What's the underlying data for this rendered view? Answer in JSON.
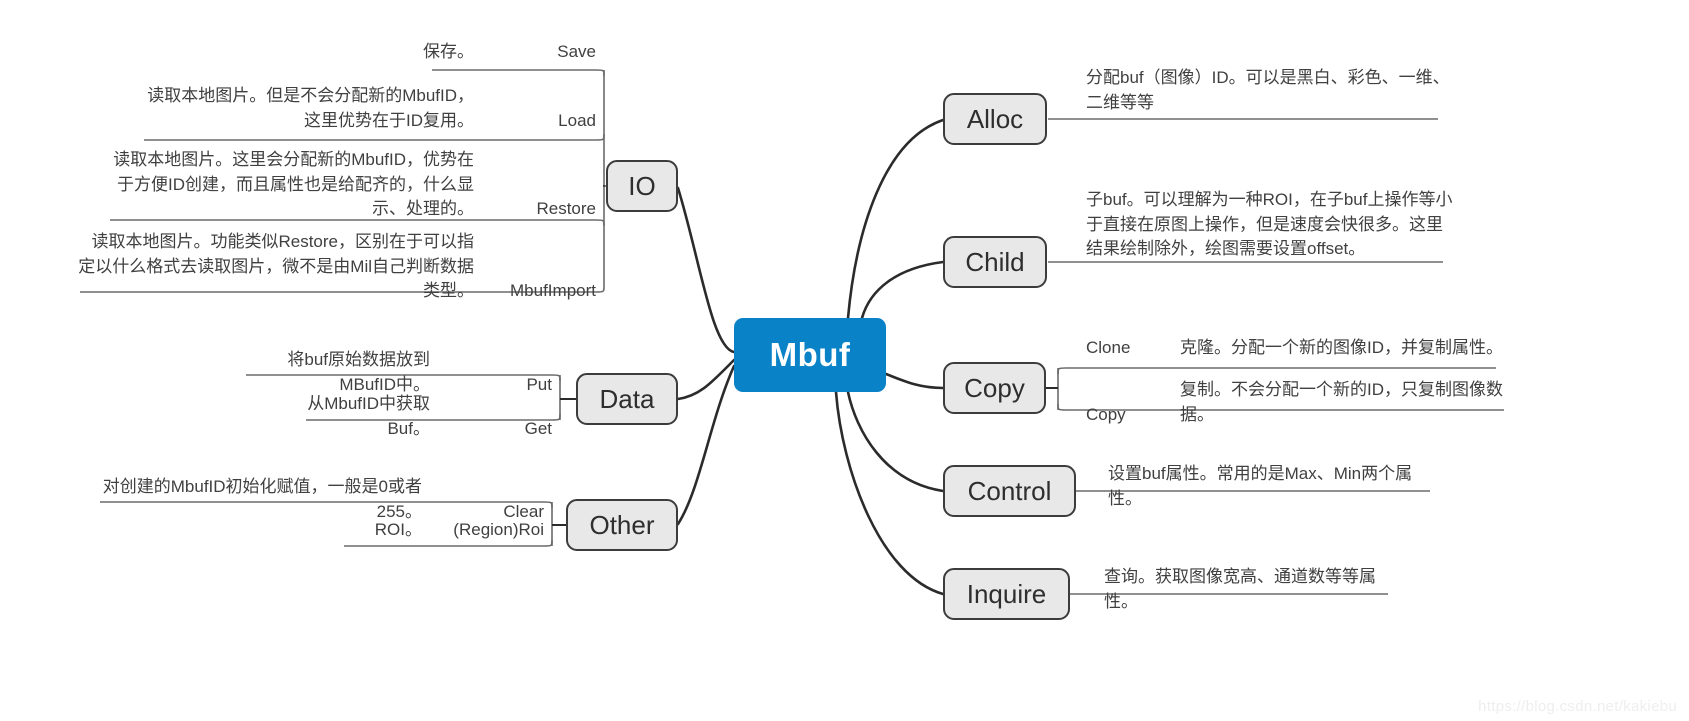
{
  "diagram": {
    "type": "mindmap",
    "root": {
      "label": "Mbuf",
      "color": "#0a82c8",
      "text_color": "#ffffff"
    },
    "node_style": {
      "fill": "#e8e8e8",
      "border": "#3c3c3c",
      "text": "#2e2e2e",
      "connector": "#2b2b2b",
      "underline": "#6b6b6b"
    },
    "branches": [
      {
        "label": "IO",
        "side": "left",
        "leaves": [
          {
            "key": "Save",
            "desc": "保存。"
          },
          {
            "key": "Load",
            "desc": "读取本地图片。但是不会分配新的MbufID，这里优势在于ID复用。"
          },
          {
            "key": "Restore",
            "desc": "读取本地图片。这里会分配新的MbufID，优势在于方便ID创建，而且属性也是给配齐的，什么显示、处理的。"
          },
          {
            "key": "MbufImport",
            "desc": "读取本地图片。功能类似Restore，区别在于可以指定以什么格式去读取图片，微不是由Mil自己判断数据类型。"
          }
        ]
      },
      {
        "label": "Data",
        "side": "left",
        "leaves": [
          {
            "key": "Put",
            "desc": "将buf原始数据放到MBufID中。"
          },
          {
            "key": "Get",
            "desc": "从MbufID中获取Buf。"
          }
        ]
      },
      {
        "label": "Other",
        "side": "left",
        "leaves": [
          {
            "key": "Clear",
            "desc": "对创建的MbufID初始化赋值，一般是0或者255。"
          },
          {
            "key": "(Region)Roi",
            "desc": "ROI。"
          }
        ]
      },
      {
        "label": "Alloc",
        "side": "right",
        "leaves": [
          {
            "key": "",
            "desc": "分配buf（图像）ID。可以是黑白、彩色、一维、二维等等"
          }
        ]
      },
      {
        "label": "Child",
        "side": "right",
        "leaves": [
          {
            "key": "",
            "desc": "子buf。可以理解为一种ROI，在子buf上操作等小于直接在原图上操作，但是速度会快很多。这里结果绘制除外，绘图需要设置offset。"
          }
        ]
      },
      {
        "label": "Copy",
        "side": "right",
        "leaves": [
          {
            "key": "Clone",
            "desc": "克隆。分配一个新的图像ID，并复制属性。"
          },
          {
            "key": "Copy",
            "desc": "复制。不会分配一个新的ID，只复制图像数据。"
          }
        ]
      },
      {
        "label": "Control",
        "side": "right",
        "leaves": [
          {
            "key": "",
            "desc": "设置buf属性。常用的是Max、Min两个属性。"
          }
        ]
      },
      {
        "label": "Inquire",
        "side": "right",
        "leaves": [
          {
            "key": "",
            "desc": "查询。获取图像宽高、通道数等等属性。"
          }
        ]
      }
    ]
  },
  "watermark": {
    "text": "https://blog.csdn.net/kakiebu"
  }
}
